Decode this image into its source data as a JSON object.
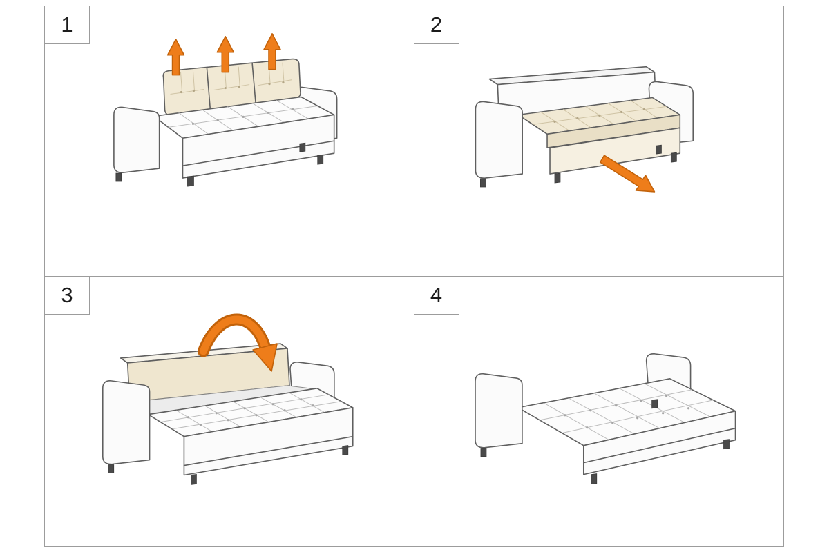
{
  "diagram": {
    "panels": [
      {
        "number": "1",
        "icons": [
          "lift-up-arrow",
          "lift-up-arrow",
          "lift-up-arrow"
        ]
      },
      {
        "number": "2",
        "icons": [
          "pull-out-arrow"
        ]
      },
      {
        "number": "3",
        "icons": [
          "fold-over-arrow"
        ]
      },
      {
        "number": "4",
        "icons": []
      }
    ],
    "colors": {
      "accent_orange": "#ee7d1a",
      "accent_orange_dark": "#c2620a",
      "cushion_cream": "#f1e9d4",
      "cushion_cream_dark": "#e9dfc6",
      "border_gray": "#9c9c9c",
      "line_gray": "#5f5f5f"
    }
  }
}
